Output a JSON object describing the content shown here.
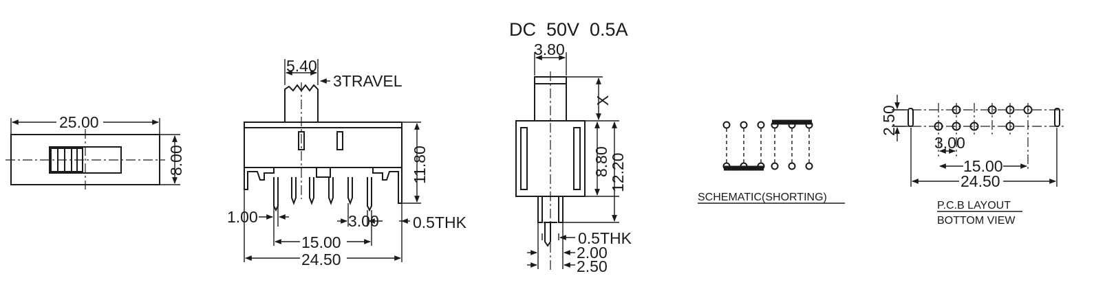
{
  "rating": "DC  50V  0.5A",
  "top_view": {
    "length": "25.00",
    "width": "8.00"
  },
  "front_view": {
    "actuator_width": "5.40",
    "travel": "3TRAVEL",
    "height": "11.80",
    "pin_width": "1.00",
    "pitch": "3.00",
    "thickness": "0.5THK",
    "inner_span": "15.00",
    "outer_span": "24.50"
  },
  "side_view": {
    "actuator_width": "3.80",
    "x_label": "X",
    "body_height": "8.80",
    "total_height": "12.20",
    "thickness": "0.5THK",
    "pin_spacing": "2.00",
    "leg_spacing": "2.50"
  },
  "schematic": {
    "label": "SCHEMATIC(SHORTING)"
  },
  "pcb_layout": {
    "row_pitch": "2.50",
    "pitch": "3.00",
    "inner_span": "15.00",
    "outer_span": "24.50",
    "label_line1": "P.C.B LAYOUT",
    "label_line2": "BOTTOM VIEW"
  }
}
